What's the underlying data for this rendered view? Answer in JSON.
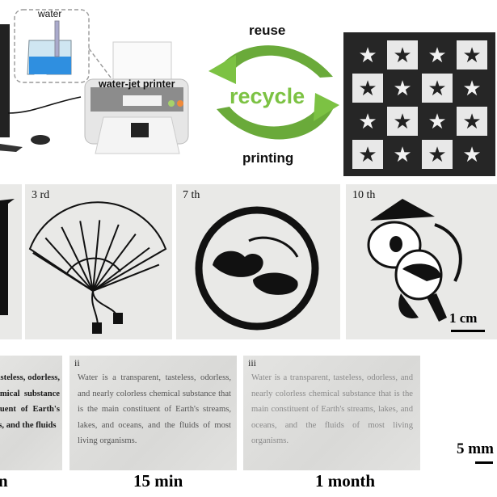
{
  "top": {
    "cartridge_label": "water",
    "printer_label": "water-jet printer",
    "cycle_top": "reuse",
    "cycle_center": "recycle",
    "cycle_bottom": "printing",
    "board": {
      "rows": 4,
      "cols": 4,
      "icon": "star-icon"
    },
    "colors": {
      "green": "#7cc243",
      "dark_green": "#5a9a32",
      "water": "#2f8fe0"
    }
  },
  "middle": {
    "panels": [
      {
        "tag": "",
        "drawing": "partial-figure"
      },
      {
        "tag": "3 rd",
        "drawing": "fan"
      },
      {
        "tag": "7 th",
        "drawing": "cloud-circle"
      },
      {
        "tag": "10 th",
        "drawing": "panda"
      }
    ],
    "scale_bar": "1 cm"
  },
  "bottom": {
    "panels": [
      {
        "roman": "",
        "caption": "n",
        "text": "Water is a transparent, tasteless, odorless, and nearly colorless chemical substance that is the main constituent of Earth's streams, lakes, and oceans, and the fluids",
        "ink": "#1a1a1a"
      },
      {
        "roman": "ii",
        "caption": "15 min",
        "text": "Water is a transparent, tasteless, odorless, and nearly colorless chemical substance that is the main constituent of Earth's streams, lakes, and oceans, and the fluids of most living organisms.",
        "ink": "#555"
      },
      {
        "roman": "iii",
        "caption": "1 month",
        "text": "Water is a transparent, tasteless, odorless, and nearly colorless chemical substance that is the main constituent of Earth's streams, lakes, and oceans, and the fluids of most living organisms.",
        "ink": "#8a8a8a"
      }
    ],
    "scale_bar": "5 mm"
  }
}
